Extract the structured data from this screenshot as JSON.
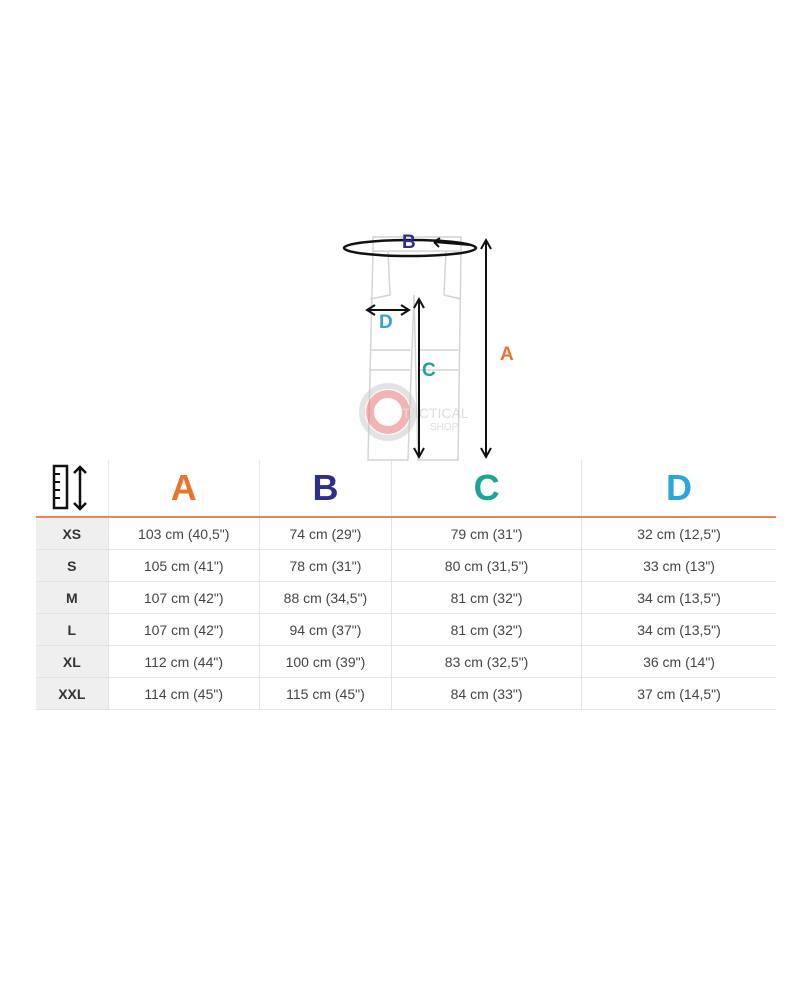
{
  "diagram": {
    "labels": {
      "A": "A",
      "B": "B",
      "C": "C",
      "D": "D"
    },
    "watermark": {
      "line1": "TACTICAL",
      "line2": "SHOP"
    }
  },
  "colors": {
    "A": "#e8742f",
    "B": "#2e2f8a",
    "C": "#1ba597",
    "D": "#2aa6dc",
    "divider": "#e8845a"
  },
  "table": {
    "headers": [
      "A",
      "B",
      "C",
      "D"
    ],
    "rows": [
      {
        "size": "XS",
        "values": [
          "103 cm (40,5\")",
          "74 cm (29\")",
          "79 cm (31\")",
          "32 cm (12,5\")"
        ]
      },
      {
        "size": "S",
        "values": [
          "105 cm (41\")",
          "78 cm (31\")",
          "80 cm (31,5\")",
          "33 cm (13\")"
        ]
      },
      {
        "size": "M",
        "values": [
          "107 cm (42\")",
          "88 cm (34,5\")",
          "81 cm (32\")",
          "34 cm (13,5\")"
        ]
      },
      {
        "size": "L",
        "values": [
          "107 cm (42\")",
          "94 cm (37\")",
          "81 cm (32\")",
          "34 cm (13,5\")"
        ]
      },
      {
        "size": "XL",
        "values": [
          "112 cm (44\")",
          "100 cm (39\")",
          "83 cm (32,5\")",
          "36 cm (14\")"
        ]
      },
      {
        "size": "XXL",
        "values": [
          "114 cm (45\")",
          "115 cm (45\")",
          "84 cm (33\")",
          "37 cm (14,5\")"
        ]
      }
    ]
  }
}
